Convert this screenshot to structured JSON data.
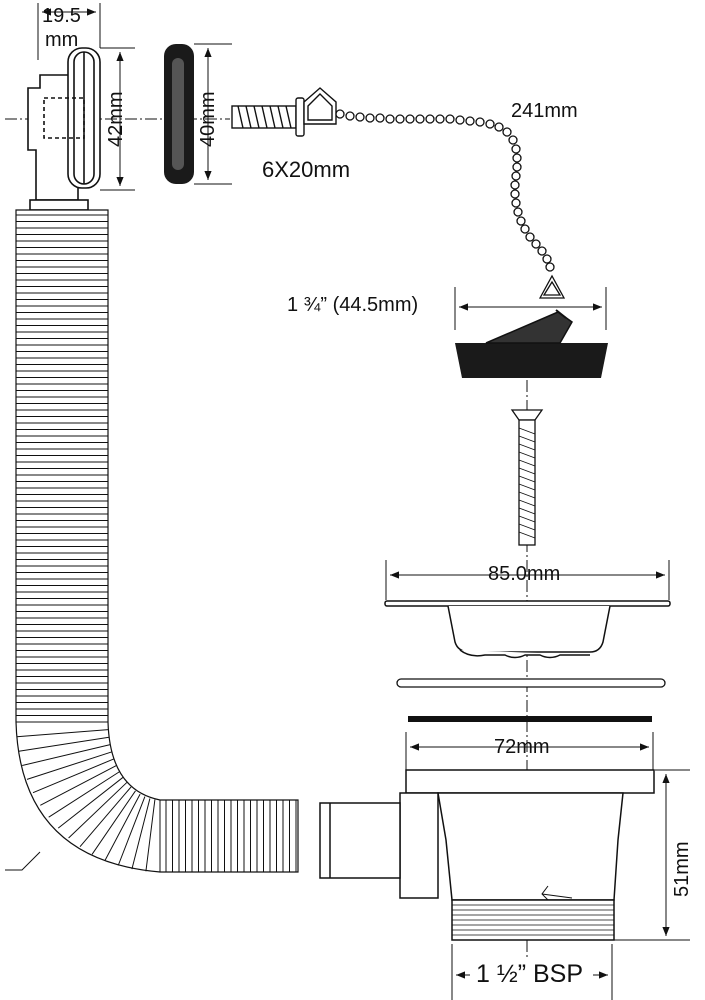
{
  "labels": {
    "overflow_depth_top": "19.5",
    "overflow_depth_bottom": "mm",
    "overflow_height": "42mm",
    "gasket_height": "40mm",
    "screw_size": "6X20mm",
    "chain_length": "241mm",
    "plug_diameter": "1 ¾” (44.5mm)",
    "flange_diameter": "85.0mm",
    "body_diameter": "72mm",
    "body_height": "51mm",
    "thread_size": "1 ½” BSP"
  },
  "colors": {
    "line": "#111111",
    "rubber": "#1a1a1a",
    "fill": "#ffffff"
  }
}
